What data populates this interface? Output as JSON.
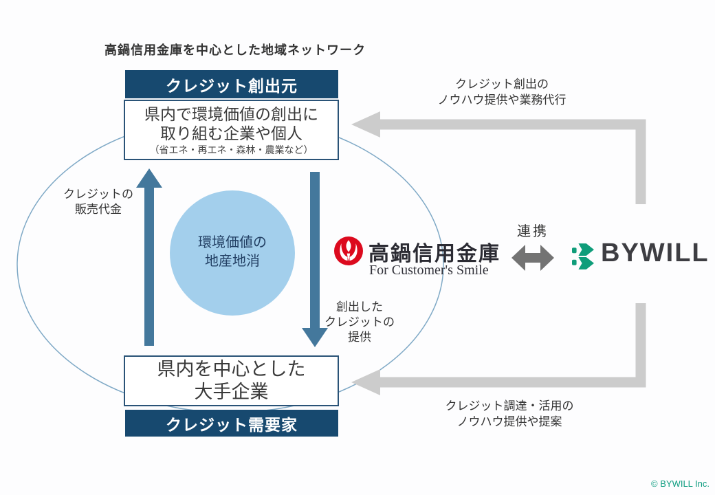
{
  "title": "高鍋信用金庫を中心とした地域ネットワーク",
  "credit_creator": {
    "header": "クレジット創出元",
    "line1": "県内で環境価値の創出に",
    "line2": "取り組む企業や個人",
    "note": "（省エネ・再エネ・森林・農業など）"
  },
  "credit_consumer": {
    "line1": "県内を中心とした",
    "line2": "大手企業",
    "header": "クレジット需要家"
  },
  "center_circle": {
    "line1": "環境価値の",
    "line2": "地産地消"
  },
  "flow_labels": {
    "sales_line1": "クレジットの",
    "sales_line2": "販売代金",
    "provide_line1": "創出した",
    "provide_line2": "クレジットの",
    "provide_line3": "提供",
    "top_line1": "クレジット創出の",
    "top_line2": "ノウハウ提供や業務代行",
    "bottom_line1": "クレジット調達・活用の",
    "bottom_line2": "ノウハウ提供や提案",
    "partnership": "連携"
  },
  "logos": {
    "shinkin_name": "高鍋信用金庫",
    "shinkin_tagline": "For Customer's Smile",
    "bywill": "BYWILL"
  },
  "footer": {
    "copyright": "© BYWILL Inc."
  },
  "colors": {
    "navy_box": "#17496f",
    "box_border": "#2a5377",
    "flow_arrow_blue": "#44789c",
    "circle_fill": "#a3cfec",
    "ellipse_stroke": "#7fa9c6",
    "gray_arrow": "#cccccc",
    "partnership_arrow_gray": "#737373",
    "shinkin_red": "#dc0a1e",
    "bywill_green": "#0f9d7a",
    "copyright_teal": "#0e9d80"
  }
}
